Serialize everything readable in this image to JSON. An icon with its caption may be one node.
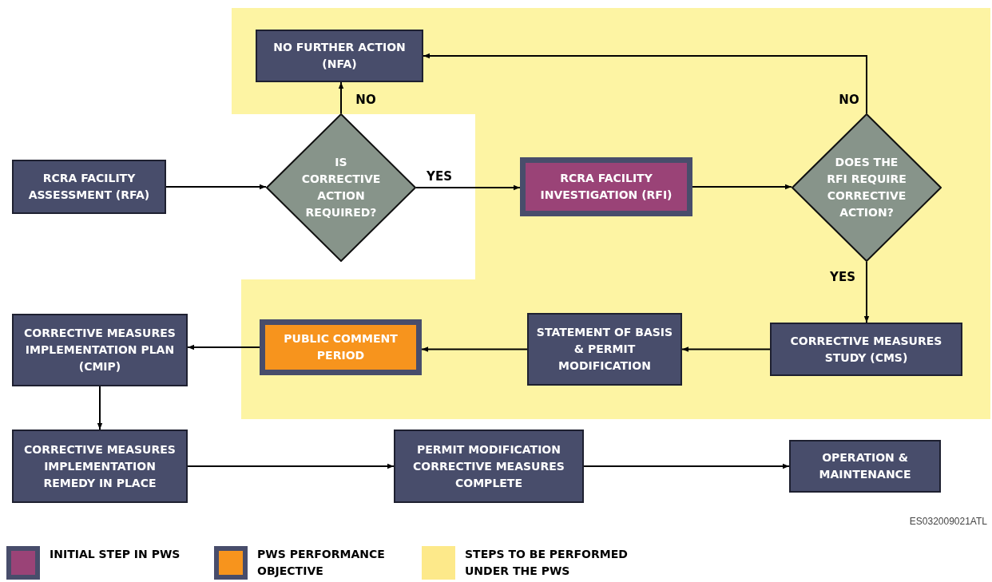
{
  "diagram": {
    "nodes": [
      {
        "text": [
          "RCRA FACILITY ASSESSMENT (RFA)"
        ]
      },
      {
        "text": [
          "IS CORRECTIVE ACTION REQUIRED?"
        ]
      },
      {
        "text": [
          "NO FURTHER ACTION (NFA)"
        ]
      },
      {
        "text": [
          "RCRA FACILITY INVESTIGATION (RFI)"
        ]
      },
      {
        "text": [
          "DOES THE RFI REQUIRE CORRECTIVE ACTION?"
        ]
      },
      {
        "text": [
          "CORRECTIVE MEASURES STUDY (CMS)"
        ]
      },
      {
        "text": [
          "STATEMENT OF BASIS & PERMIT MODIFICATION"
        ]
      },
      {
        "text": [
          "PUBLIC COMMENT PERIOD"
        ]
      },
      {
        "text": [
          "CORRECTIVE MEASURES IMPLEMENTATION PLAN (CMIP)"
        ]
      },
      {
        "text": [
          "CORRECTIVE MEASURES IMPLEMENTATION REMEDY IN PLACE"
        ]
      },
      {
        "text": [
          "PERMIT MODIFICATION CORRECTIVE MEASURES COMPLETE"
        ]
      },
      {
        "text": [
          "OPERATION & MAINTENANCE"
        ]
      }
    ],
    "edges": [
      {
        "from": 0,
        "to": 1,
        "arrow": "to"
      },
      {
        "from": 1,
        "to": 2,
        "label": "NO",
        "arrow": "to"
      },
      {
        "from": 1,
        "to": 3,
        "label": "YES",
        "arrow": "to"
      },
      {
        "from": 3,
        "to": 4,
        "arrow": "to"
      },
      {
        "from": 4,
        "to": 2,
        "label": "NO",
        "arrow": "to"
      },
      {
        "from": 4,
        "to": 5,
        "label": "YES",
        "arrow": "to"
      },
      {
        "from": 5,
        "to": 6,
        "arrow": "to"
      },
      {
        "from": 6,
        "to": 7,
        "arrow": "to"
      },
      {
        "from": 7,
        "to": 8,
        "arrow": "to"
      },
      {
        "from": 8,
        "to": 9,
        "arrow": "to"
      },
      {
        "from": 9,
        "to": 10,
        "arrow": "to"
      },
      {
        "from": 10,
        "to": 11,
        "arrow": "to"
      }
    ],
    "labels": [
      "ES032009021ATL"
    ],
    "legend": [
      {
        "text": "INITIAL STEP IN PWS",
        "color": "#9a4377"
      },
      {
        "text": "PWS PERFORMANCE OBJECTIVE",
        "color": "#f7941d"
      },
      {
        "text": "STEPS TO BE PERFORMED UNDER THE PWS",
        "color": "#fde98a"
      }
    ]
  }
}
